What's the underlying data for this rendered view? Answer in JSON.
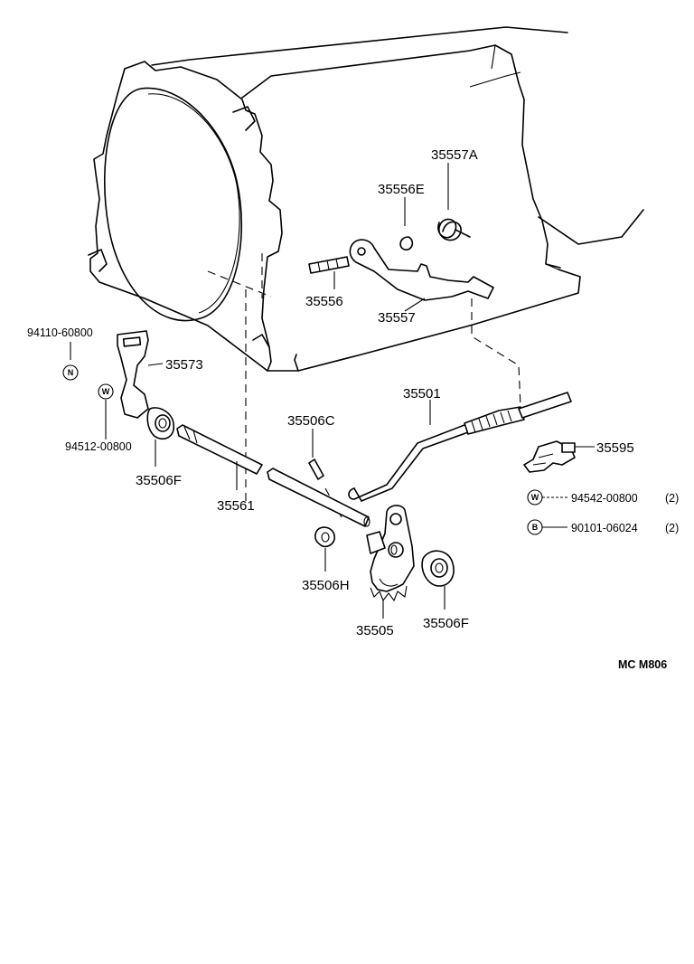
{
  "diagram": {
    "code": "MC M806",
    "parts": {
      "p35557A": "35557A",
      "p35556E": "35556E",
      "p35556": "35556",
      "p35557": "35557",
      "p94110": "94110-60800",
      "p35573": "35573",
      "p94512": "94512-00800",
      "p35506F_left": "35506F",
      "p35561": "35561",
      "p35506C": "35506C",
      "p35501": "35501",
      "p35595": "35595",
      "p94542": "94542-00800",
      "p94542_qty": "(2)",
      "p90101": "90101-06024",
      "p90101_qty": "(2)",
      "p35506H": "35506H",
      "p35505": "35505",
      "p35506F_right": "35506F"
    },
    "symbols": {
      "nut": "N",
      "washer": "W",
      "bolt": "B"
    }
  }
}
